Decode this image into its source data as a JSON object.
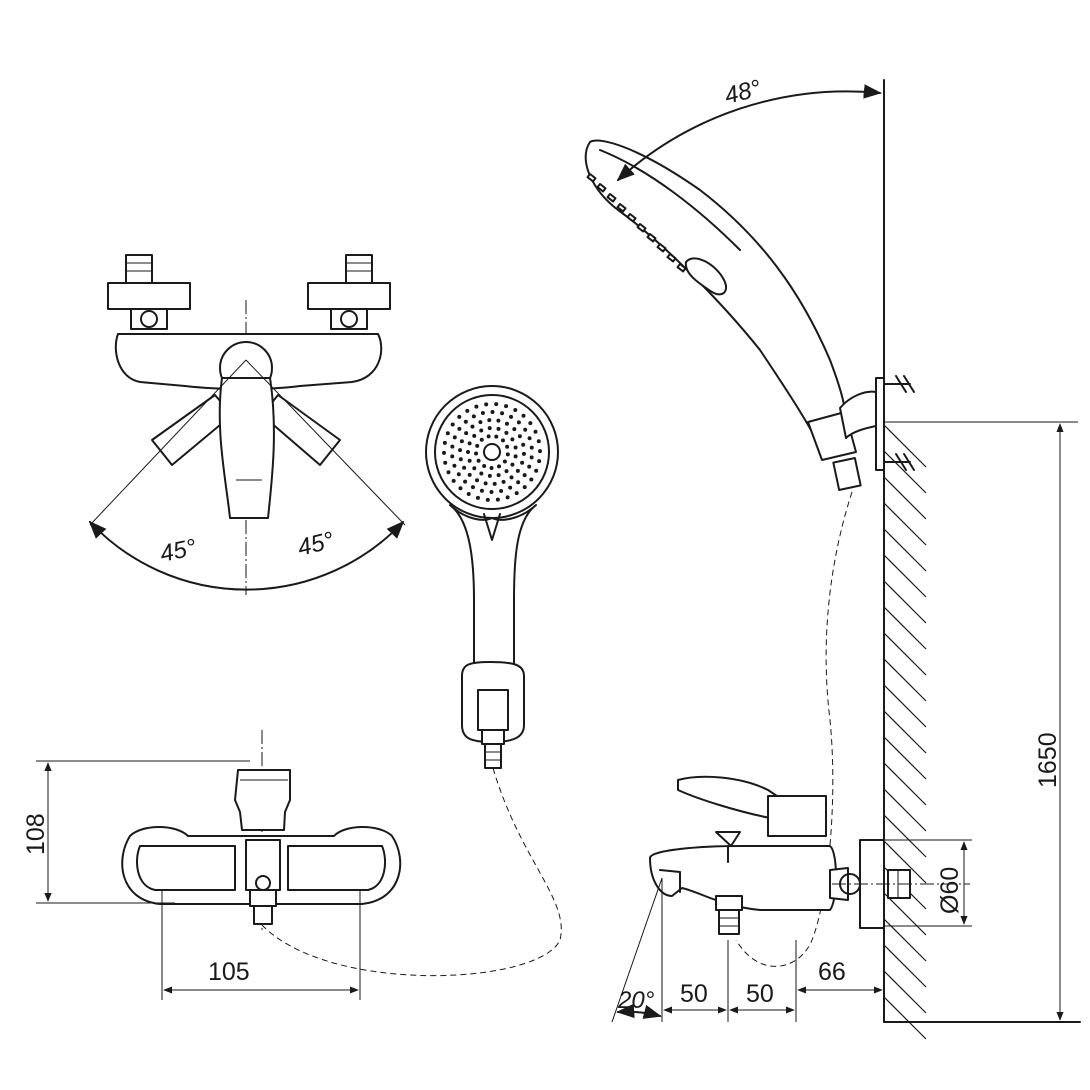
{
  "diagram": {
    "type": "technical drawing",
    "subject": "wall-mounted bath/shower mixer with hand shower",
    "dimensions": {
      "lever_angle_left": "45°",
      "lever_angle_right": "45°",
      "shower_tilt": "48°",
      "spout_angle": "20°",
      "height_108": "108",
      "width_105": "105",
      "height_1650": "1650",
      "diameter_60": "Ø60",
      "offset_50_a": "50",
      "offset_50_b": "50",
      "offset_66": "66"
    }
  }
}
